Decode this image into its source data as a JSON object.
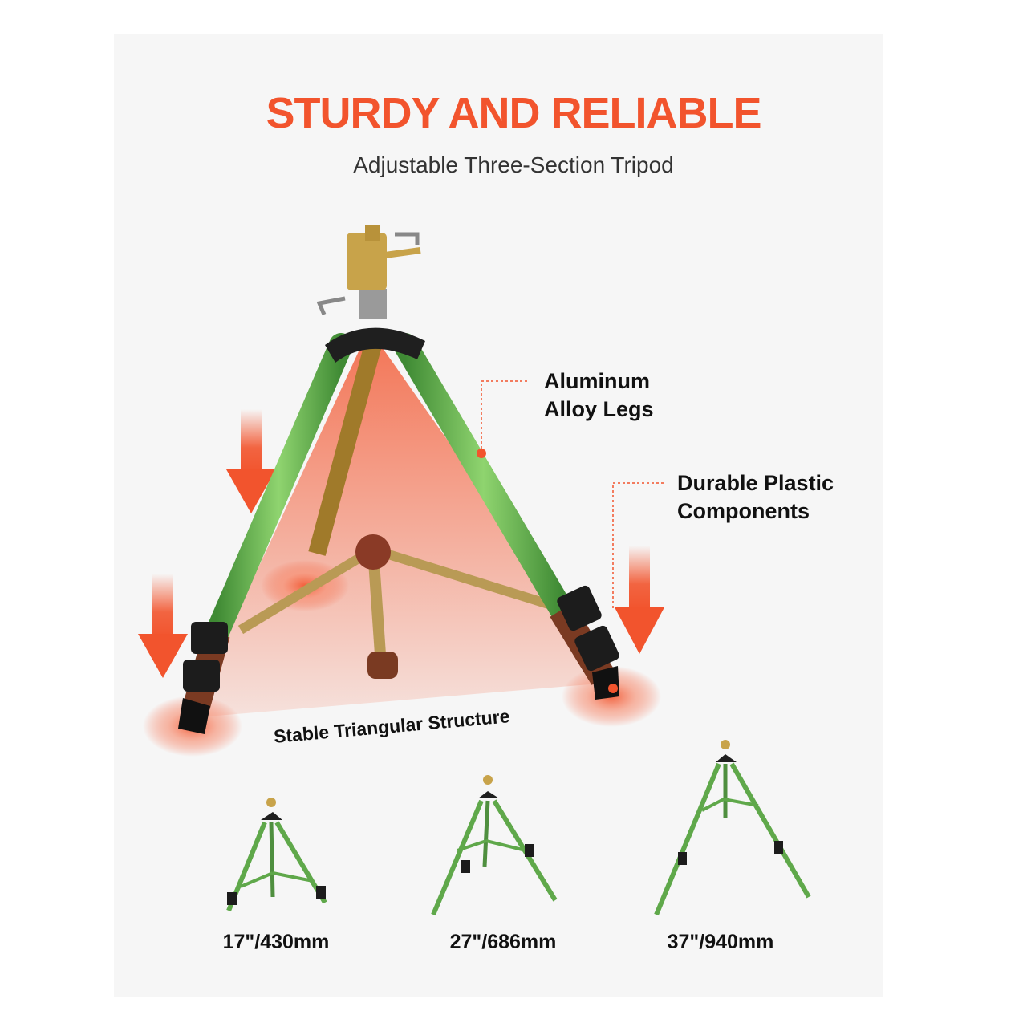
{
  "header": {
    "title": "STURDY AND RELIABLE",
    "subtitle": "Adjustable Three-Section Tripod"
  },
  "callouts": {
    "legs_line1": "Aluminum",
    "legs_line2": "Alloy Legs",
    "plastic_line1": "Durable Plastic",
    "plastic_line2": "Components",
    "structure": "Stable Triangular Structure"
  },
  "sizes": [
    {
      "label": "17\"/430mm"
    },
    {
      "label": "27\"/686mm"
    },
    {
      "label": "37\"/940mm"
    }
  ],
  "colors": {
    "accent": "#f2542d",
    "leg_green": "#5fa84a",
    "panel": "#f6f6f6"
  }
}
